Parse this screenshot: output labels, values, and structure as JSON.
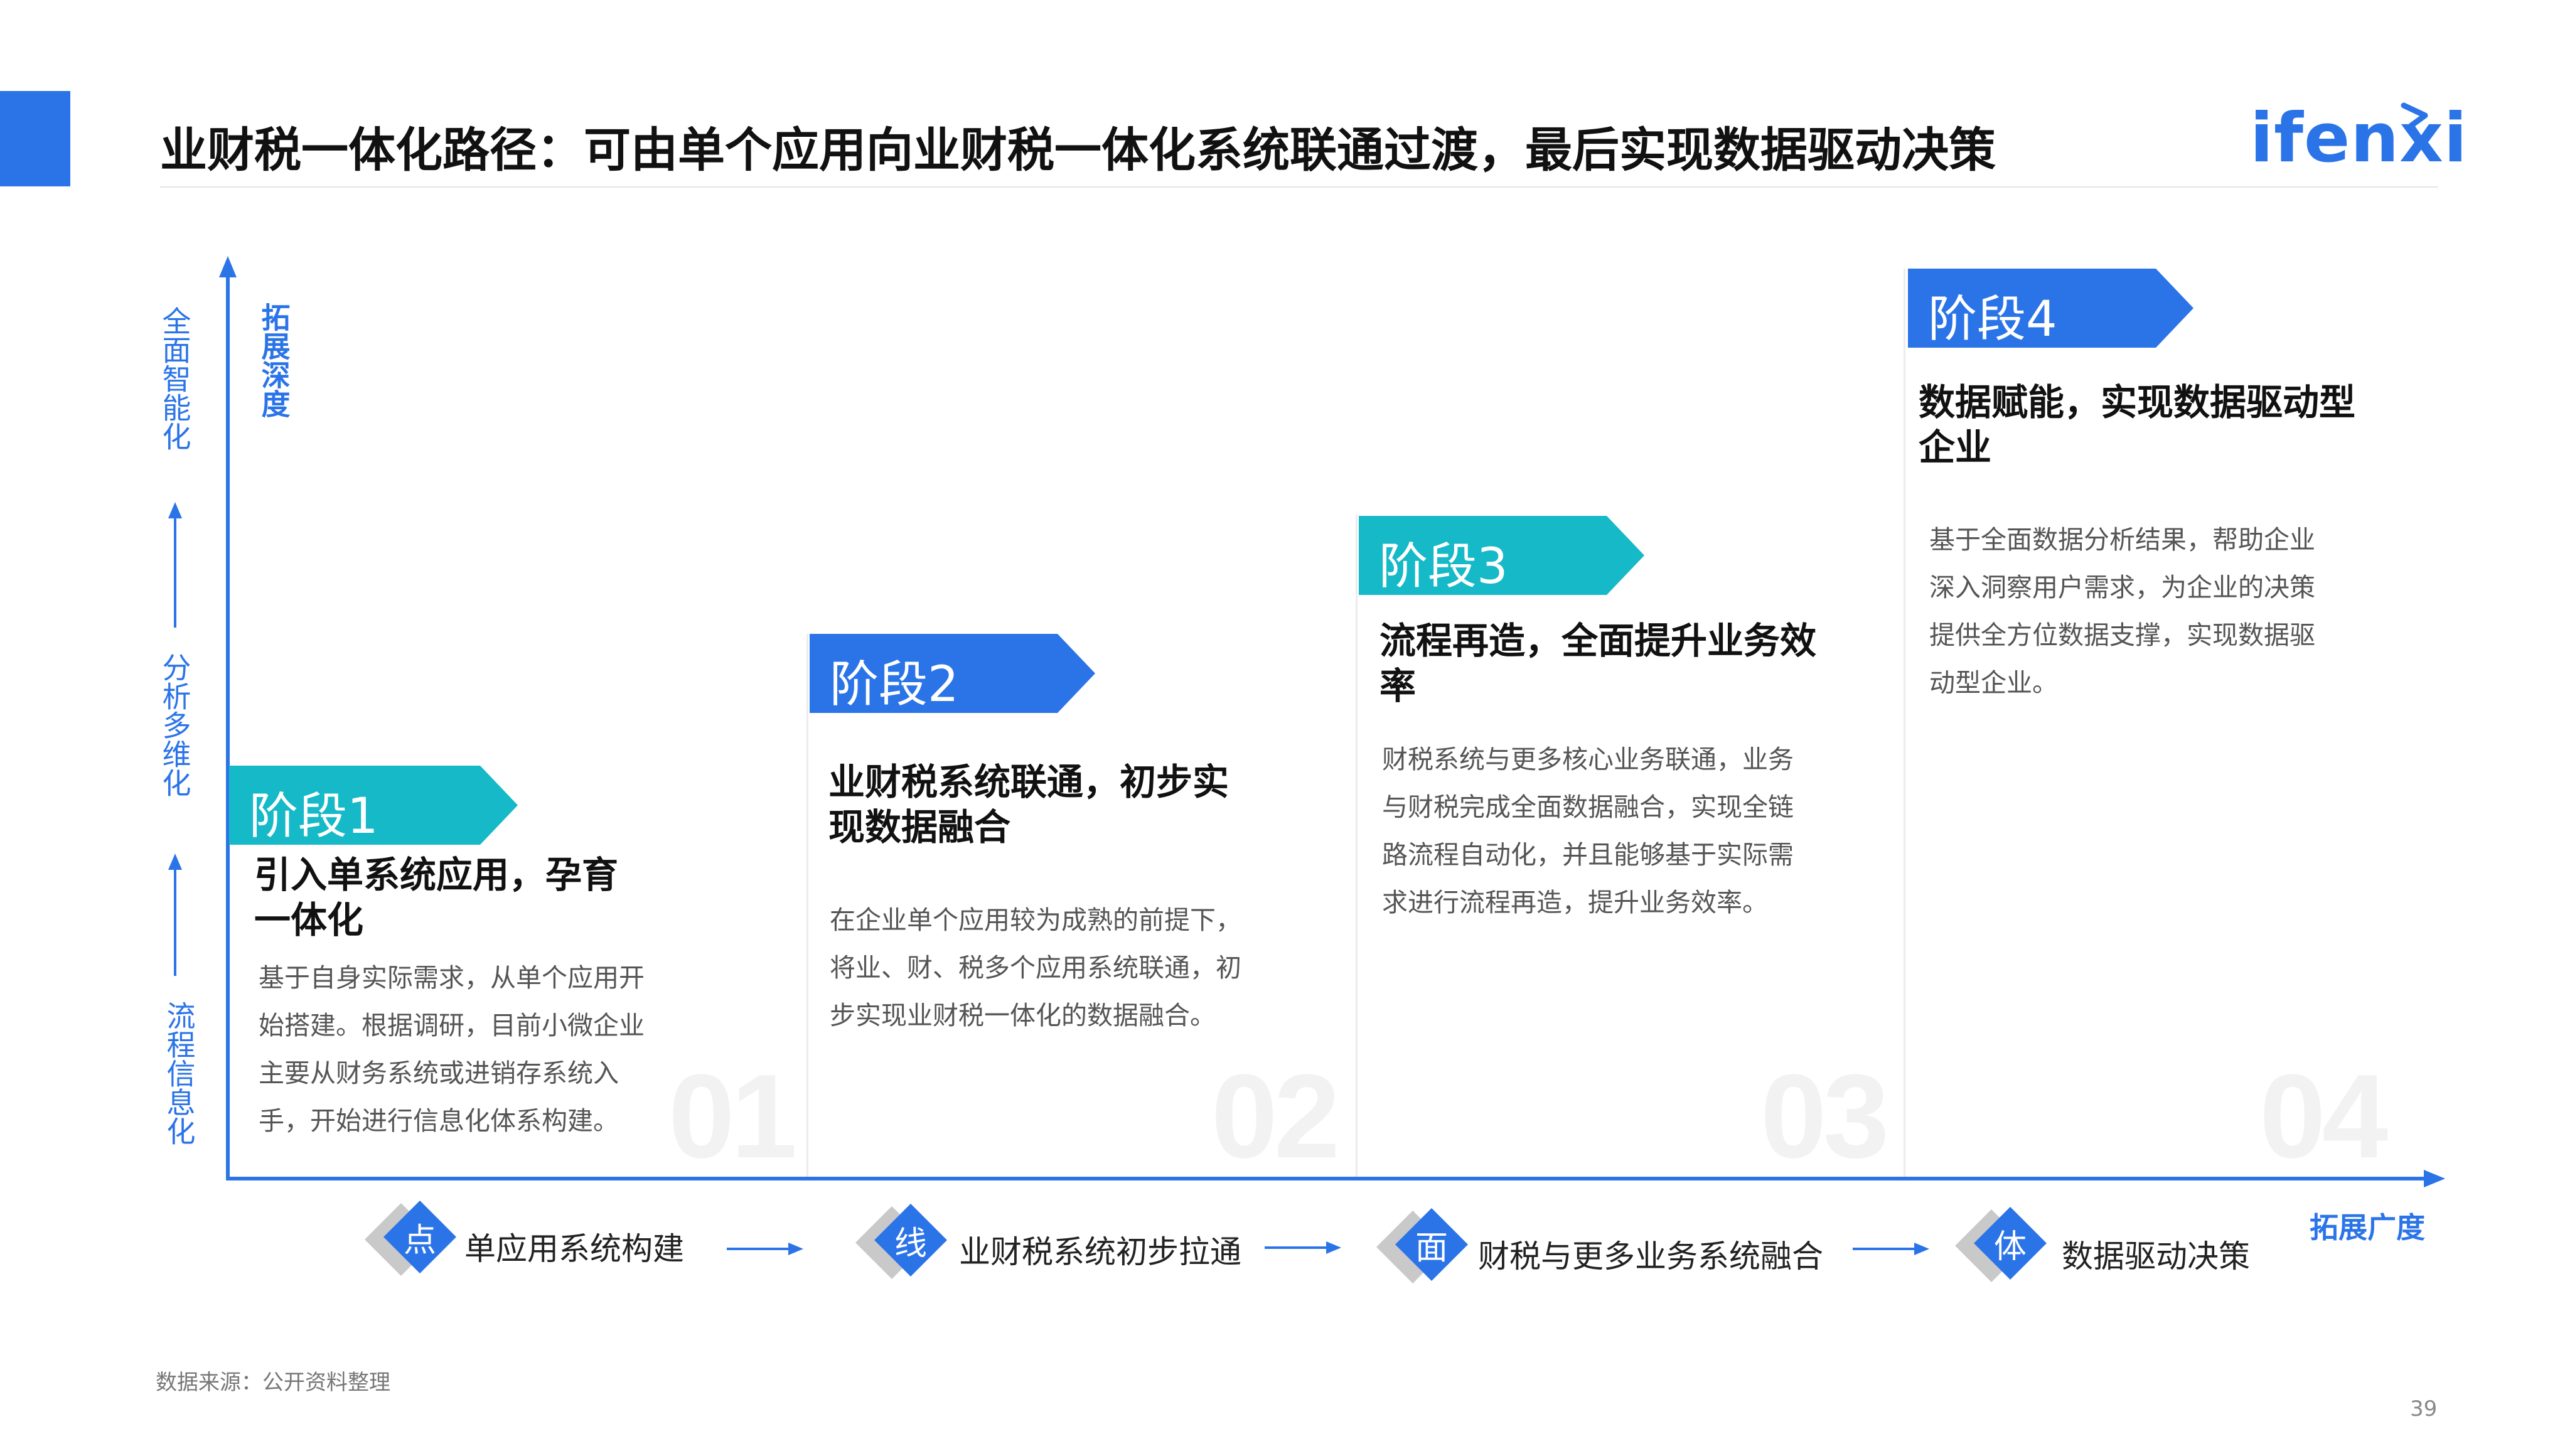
{
  "header": {
    "title": "业财税一体化路径：可由单个应用向业财税一体化系统联通过渡，最后实现数据驱动决策",
    "logo": "ifenxi"
  },
  "y_axis": {
    "label_outer": [
      "全面智能化",
      "分析多维化",
      "流程信息化"
    ],
    "label_inner": "拓展深度"
  },
  "x_axis": {
    "label": "拓展广度"
  },
  "stages": [
    {
      "badge": "阶段1",
      "heading": "引入单系统应用，孕育一体化",
      "description": "基于自身实际需求，从单个应用开始搭建。根据调研，目前小微企业主要从财务系统或进销存系统入手，开始进行信息化体系构建。",
      "number": "01",
      "color": "#15b9c7"
    },
    {
      "badge": "阶段2",
      "heading": "业财税系统联通，初步实现数据融合",
      "description": "在企业单个应用较为成熟的前提下，将业、财、税多个应用系统联通，初步实现业财税一体化的数据融合。",
      "number": "02",
      "color": "#2b74e8"
    },
    {
      "badge": "阶段3",
      "heading": "流程再造，全面提升业务效率",
      "description": "财税系统与更多核心业务联通，业务与财税完成全面数据融合，实现全链路流程自动化，并且能够基于实际需求进行流程再造，提升业务效率。",
      "number": "03",
      "color": "#15b9c7"
    },
    {
      "badge": "阶段4",
      "heading": "数据赋能，实现数据驱动型企业",
      "description": "基于全面数据分析结果，帮助企业深入洞察用户需求，为企业的决策提供全方位数据支撑，实现数据驱动型企业。",
      "number": "04",
      "color": "#2b74e8"
    }
  ],
  "flow": [
    {
      "icon_char": "点",
      "text": "单应用系统构建"
    },
    {
      "icon_char": "线",
      "text": "业财税系统初步拉通"
    },
    {
      "icon_char": "面",
      "text": "财税与更多业务系统融合"
    },
    {
      "icon_char": "体",
      "text": "数据驱动决策"
    }
  ],
  "footer": {
    "source": "数据来源：公开资料整理",
    "page_number": "39"
  }
}
